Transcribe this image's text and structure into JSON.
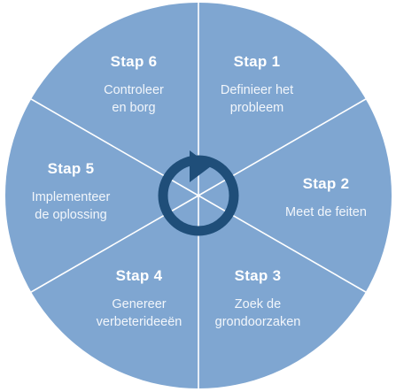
{
  "colors": {
    "segment_fill": "#7FA6D1",
    "divider": "#ffffff",
    "cycle_ring": "#1F4E79",
    "text": "#ffffff"
  },
  "center_icon": "cycle-arrow-icon",
  "steps": [
    {
      "title": "Stap 1",
      "desc_lines": [
        "Definieer het",
        "probleem"
      ]
    },
    {
      "title": "Stap 2",
      "desc_lines": [
        "Meet de feiten"
      ]
    },
    {
      "title": "Stap 3",
      "desc_lines": [
        "Zoek de",
        "grondoorzaken"
      ]
    },
    {
      "title": "Stap 4",
      "desc_lines": [
        "Genereer",
        "verbeterideeën"
      ]
    },
    {
      "title": "Stap 5",
      "desc_lines": [
        "Implementeer",
        "de oplossing"
      ]
    },
    {
      "title": "Stap 6",
      "desc_lines": [
        "Controleer",
        "en borg"
      ]
    }
  ]
}
